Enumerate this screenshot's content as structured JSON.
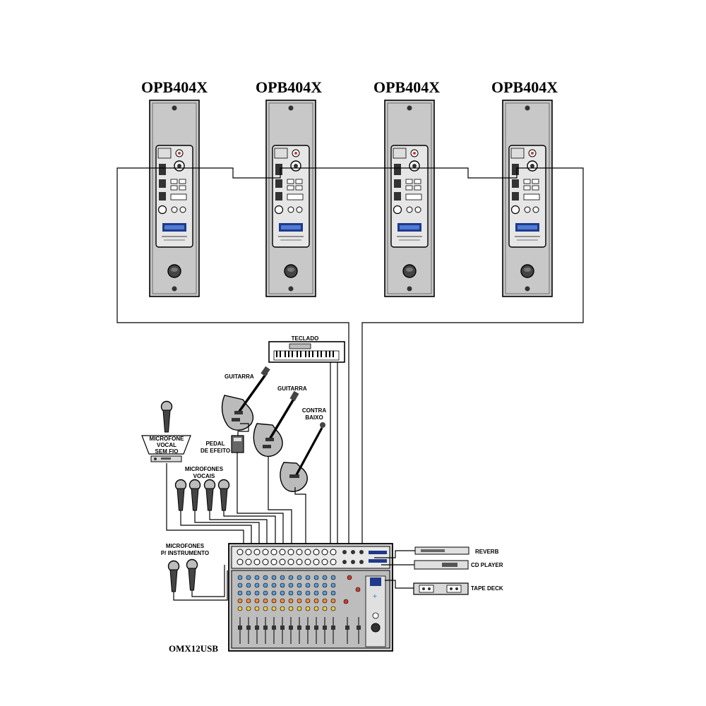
{
  "speakers": [
    {
      "model": "OPB404X"
    },
    {
      "model": "OPB404X"
    },
    {
      "model": "OPB404X"
    },
    {
      "model": "OPB404X"
    }
  ],
  "mixer": {
    "model": "OMX12USB"
  },
  "sources": {
    "keyboard": "TECLADO",
    "guitar1": "GUITARRA",
    "guitar2": "GUITARRA",
    "bass": [
      "CONTRA",
      "BAIXO"
    ],
    "pedal": [
      "PEDAL",
      "DE EFEITO"
    ],
    "wireless_mic": [
      "MICROFONE",
      "VOCAL",
      "SEM FIO"
    ],
    "vocal_mics": [
      "MICROFONES",
      "VOCAIS"
    ],
    "instrument_mics": [
      "MICROFONES",
      "P/ INSTRUMENTO"
    ]
  },
  "outboard": {
    "reverb": "REVERB",
    "cd_player": "CD PLAYER",
    "tape_deck": "TAPE DECK"
  },
  "colors": {
    "line": "#000000",
    "speaker_body": "#c8c8c8",
    "panel": "#e6e6e6",
    "mixer_body": "#d0d0d0",
    "knob_blue": "#5b9bd5",
    "knob_orange": "#f08a3c",
    "knob_yellow": "#f2c744",
    "knob_red": "#d33a2c"
  }
}
